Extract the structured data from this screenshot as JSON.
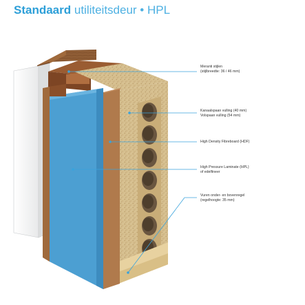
{
  "title": {
    "bold": "Standaard",
    "rest": "utiliteitsdeur • HPL",
    "color": "#2d9fd8"
  },
  "labels": [
    {
      "lines": [
        "Meranti stijlen",
        "(stijlbreedte: 36 / 46 mm)"
      ]
    },
    {
      "lines": [
        "Kanaalspaan vulling (40 mm)",
        "Volspaan vulling (54 mm)"
      ]
    },
    {
      "lines": [
        "High Density Fibreboard (HDF)"
      ]
    },
    {
      "lines": [
        "High Pressure Laminate (HPL)",
        "of edelfineer"
      ]
    },
    {
      "lines": [
        "Vuren onder- en bovenregel",
        "(regelhoogte: 35 mm)"
      ]
    }
  ],
  "colors": {
    "hpl_blue": "#4c9fd2",
    "hdf_brown": "#b07a4c",
    "chipboard": "#d6bf8f",
    "meranti": "#8a4f2a",
    "frame_wood": "#8c5a33",
    "leader_line": "#3aa3dc"
  }
}
